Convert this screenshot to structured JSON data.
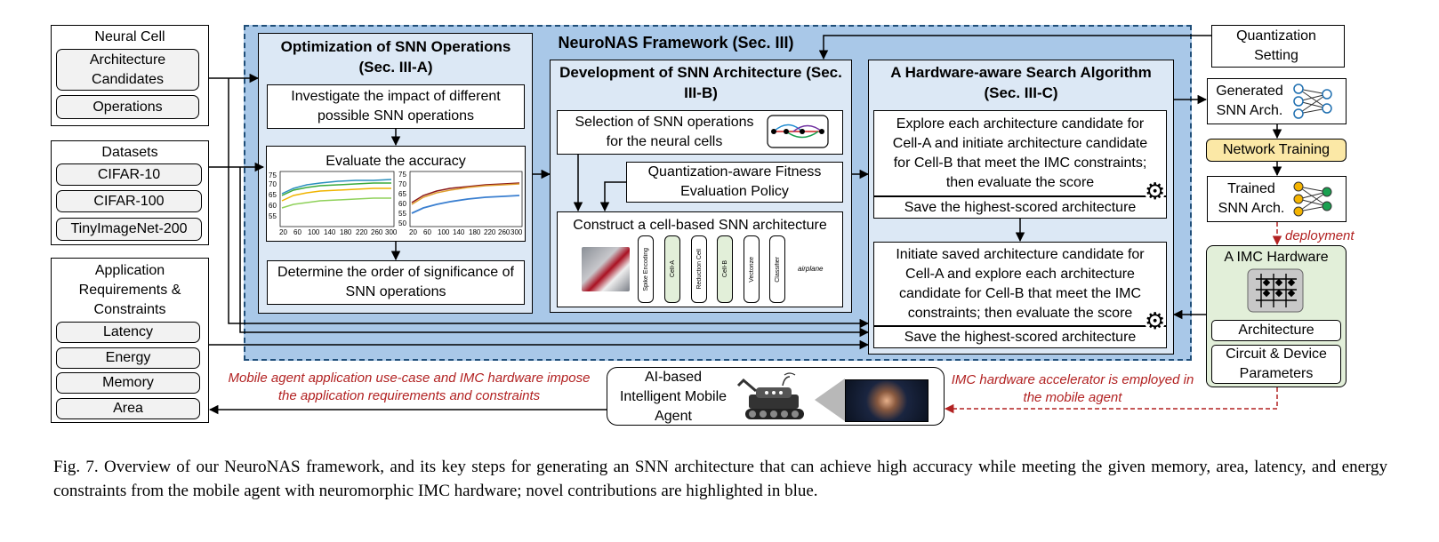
{
  "framework_title": "NeuroNAS Framework (Sec. III)",
  "inputs": {
    "neural_cell": {
      "title": "Neural Cell",
      "items": [
        "Architecture Candidates",
        "Operations"
      ]
    },
    "datasets": {
      "title": "Datasets",
      "items": [
        "CIFAR-10",
        "CIFAR-100",
        "TinyImageNet-200"
      ]
    },
    "app_req": {
      "title": "Application Requirements & Constraints",
      "items": [
        "Latency",
        "Energy",
        "Memory",
        "Area"
      ]
    }
  },
  "sec_a": {
    "title": "Optimization of SNN Operations (Sec. III-A)",
    "investigate": "Investigate the impact of different possible SNN operations",
    "evaluate": "Evaluate the accuracy",
    "determine": "Determine the order of significance of SNN operations"
  },
  "sec_b": {
    "title": "Development of SNN Architecture (Sec. III-B)",
    "selection": "Selection of SNN operations for the neural cells",
    "qa": "Quantization-aware Fitness Evaluation Policy",
    "construct": "Construct a cell-based SNN architecture",
    "pipeline": [
      "Spike Encoding",
      "Cell-A",
      "Reduction Cell",
      "Cell-B",
      "Vectorize",
      "Classifier"
    ],
    "output_label": "airplane"
  },
  "sec_c": {
    "title": "A Hardware-aware Search Algorithm (Sec. III-C)",
    "explore": "Explore each architecture candidate for Cell-A and initiate architecture candidate for Cell-B that meet the IMC constraints; then evaluate the score",
    "save1": "Save the highest-scored architecture",
    "initiate": "Initiate saved architecture candidate for Cell-A and explore each architecture candidate for Cell-B that meet the IMC constraints; then evaluate the score",
    "save2": "Save the highest-scored architecture"
  },
  "right": {
    "quant": "Quantization Setting",
    "generated": "Generated SNN Arch.",
    "training": "Network Training",
    "trained": "Trained SNN Arch.",
    "deployment": "deployment",
    "imc_title": "A IMC Hardware",
    "imc_items": [
      "Architecture",
      "Circuit & Device Parameters"
    ]
  },
  "bottom": {
    "agent": "AI-based Intelligent Mobile Agent",
    "note_left": "Mobile agent application use-case and IMC hardware impose the application requirements and constraints",
    "note_right": "IMC hardware accelerator is employed in the mobile agent"
  },
  "caption": "Fig. 7.   Overview of our NeuroNAS framework, and its key steps for generating an SNN architecture that can achieve high accuracy while meeting the given memory, area, latency, and energy constraints from the mobile agent with neuromorphic IMC hardware; novel contributions are highlighted in blue.",
  "charts": {
    "left": {
      "yticks": [
        "75",
        "70",
        "65",
        "60",
        "55"
      ],
      "xticks": [
        "20",
        "60",
        "100",
        "140",
        "180",
        "220",
        "260",
        "300"
      ]
    },
    "right": {
      "yticks": [
        "75",
        "70",
        "65",
        "60",
        "55",
        "50"
      ],
      "xticks": [
        "20",
        "60",
        "100",
        "140",
        "180",
        "220",
        "260",
        "300"
      ]
    }
  },
  "colors": {
    "framework_bg": "#a9c8e8",
    "section_bg": "#dce8f5",
    "training_bg": "#fbe8a6",
    "imc_bg": "#e2efd9",
    "note_red": "#b22222"
  }
}
